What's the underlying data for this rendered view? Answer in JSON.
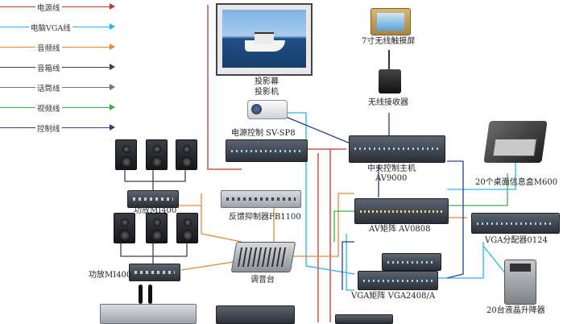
{
  "legend": [
    {
      "label": "电源线",
      "color": "#c0392b"
    },
    {
      "label": "电脑VGA线",
      "color": "#29b6e6"
    },
    {
      "label": "音频线",
      "color": "#e08a3c"
    },
    {
      "label": "音箱线",
      "color": "#4a3f3a"
    },
    {
      "label": "话筒线",
      "color": "#7a6f8a"
    },
    {
      "label": "视频线",
      "color": "#3db04a"
    },
    {
      "label": "控制线",
      "color": "#2c3e8f"
    }
  ],
  "devices": {
    "projection_screen": "投影幕",
    "projector": "投影机",
    "touch_screen": "7寸无线触摸屏",
    "wireless_receiver": "无线接收器",
    "power_control": "电源控制 SV-SP8",
    "central_host": "中央控制主机",
    "central_host_model": "AV9000",
    "desktop_box": "20个桌面信息盒M600",
    "amp_top": "功放MI400",
    "amp_bottom": "功放MI400",
    "feedback_suppressor": "反馈抑制器FB1100",
    "av_matrix": "AV矩阵 AV0808",
    "vga_splitter": "VGA分配器0124",
    "mixer": "调音台",
    "vga_matrix": "VGA矩阵 VGA2408/A",
    "lcd_lift": "20台液晶升降器"
  }
}
